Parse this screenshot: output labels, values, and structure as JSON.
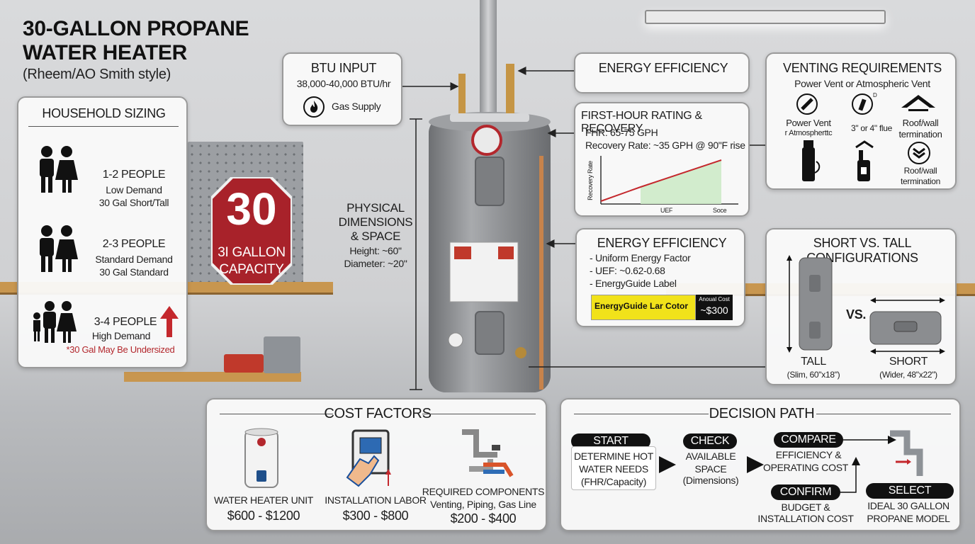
{
  "title": {
    "line1": "30-GALLON PROPANE",
    "line2": "WATER HEATER",
    "subtitle": "(Rheem/AO Smith style)"
  },
  "household": {
    "title": "HOUSEHOLD SIZING",
    "rows": [
      {
        "people": "1-2 PEOPLE",
        "demand": "Low Demand",
        "size": "30 Gal Short/Tall"
      },
      {
        "people": "2-3 PEOPLE",
        "demand": "Standard Demand",
        "size": "30 Gal Standard"
      },
      {
        "people": "3-4 PEOPLE",
        "demand": "High Demand",
        "size": "*30 Gal May Be Undersized"
      }
    ]
  },
  "sign": {
    "number": "30",
    "line1": "3I GALLON",
    "line2": "CAPACITY"
  },
  "btu": {
    "title": "BTU INPUT",
    "value": "38,000-40,000 BTU/hr",
    "gas": "Gas Supply"
  },
  "physical": {
    "line1": "PHYSICAL",
    "line2": "DIMENSIONS",
    "line3": "& SPACE",
    "height": "Height: ~60\"",
    "diameter": "Diameter: ~20\""
  },
  "energy_top": {
    "title": "ENERGY EFFICIENCY"
  },
  "first_hour": {
    "title": "FIRST-HOUR RATING & RECOVERY",
    "fhr": "FHR: 65-75 GPH",
    "recovery": "Recovery Rate: ~35 GPH @ 90\"F rise",
    "chart_ylabel": "Recovery Rate",
    "chart_xlabel1": "UEF",
    "chart_xlabel2": "Soce"
  },
  "venting": {
    "title": "VENTING REQUIREMENTS",
    "subtitle": "Power Vent or Atmospheric Vent",
    "col1_line1": "Power Vent",
    "col1_line2": "r Atmospherttc",
    "col2": "3\" or 4\" flue",
    "col3_line1": "Roof/wall",
    "col3_line2": "termination",
    "col3b_line1": "Roof/wall",
    "col3b_line2": "termination",
    "flue_mark": "D"
  },
  "energy_mid": {
    "title": "ENERGY EFFICIENCY",
    "item1": "- Uniform Energy Factor",
    "item2": "- UEF: ~0.62-0.68",
    "item3": "- EnergyGuide Label",
    "label_text": "EnergyGuide Lar Cotor",
    "annual": "Anoual Cost",
    "cost": "~$300"
  },
  "short_tall": {
    "title": "SHORT VS. TALL CONFIGURATIONS",
    "vs": "VS.",
    "tall": "TALL",
    "tall_dim": "(Slim, 60\"x18\")",
    "short": "SHORT",
    "short_dim": "(Wider, 48\"x22\")"
  },
  "cost": {
    "title": "COST FACTORS",
    "items": [
      {
        "label": "WATER HEATER UNIT",
        "sub": "",
        "price": "$600 - $1200"
      },
      {
        "label": "INSTALLATION LABOR",
        "sub": "",
        "price": "$300 - $800"
      },
      {
        "label": "REQUIRED COMPONENTS",
        "sub": "Venting, Piping, Gas Line",
        "price": "$200 - $400"
      }
    ]
  },
  "decision": {
    "title": "DECISION PATH",
    "start": {
      "pill": "START",
      "l1": "DETERMINE HOT",
      "l2": "WATER NEEDS",
      "l3": "(FHR/Capacity)"
    },
    "check": {
      "pill": "CHECK",
      "l1": "AVAILABLE",
      "l2": "SPACE",
      "l3": "(Dimensions)"
    },
    "compare": {
      "pill": "COMPARE",
      "l1": "EFFICIENCY &",
      "l2": "OPERATING COST"
    },
    "confirm": {
      "pill": "CONFIRM",
      "l1": "BUDGET &",
      "l2": "INSTALLATION COST"
    },
    "select": {
      "pill": "SELECT",
      "l1": "IDEAL 30 GALLON",
      "l2": "PROPANE MODEL"
    }
  },
  "colors": {
    "accent_red": "#b3272d",
    "dark": "#111111",
    "label_yellow": "#f1e21a",
    "tank_gray": "#8b8d90"
  },
  "icons": [
    "family-icon",
    "flame-icon",
    "vent-icon",
    "roof-icon",
    "wrench-icon",
    "pipe-icon",
    "hand-icon"
  ]
}
